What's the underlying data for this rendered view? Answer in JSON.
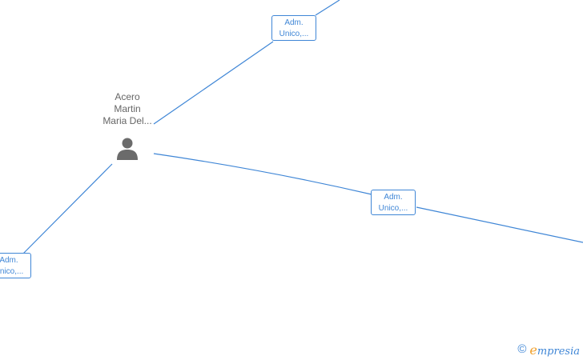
{
  "person": {
    "name_lines": [
      "Acero",
      "Martin",
      "Maria Del..."
    ],
    "icon": "person-silhouette-icon"
  },
  "relations": [
    {
      "role_line1": "Adm.",
      "role_line2": "Unico,..."
    },
    {
      "role_line1": "Adm.",
      "role_line2": "Unico,..."
    },
    {
      "role_line1": "Adm.",
      "role_line2": "Unico,..."
    }
  ],
  "watermark": {
    "symbol": "©",
    "brand_first": "e",
    "brand_rest": "mpresia"
  },
  "colors": {
    "edge": "#3f86d6",
    "node_text": "#666666",
    "icon": "#6b6b6b",
    "brand_accent": "#f0a02c"
  }
}
